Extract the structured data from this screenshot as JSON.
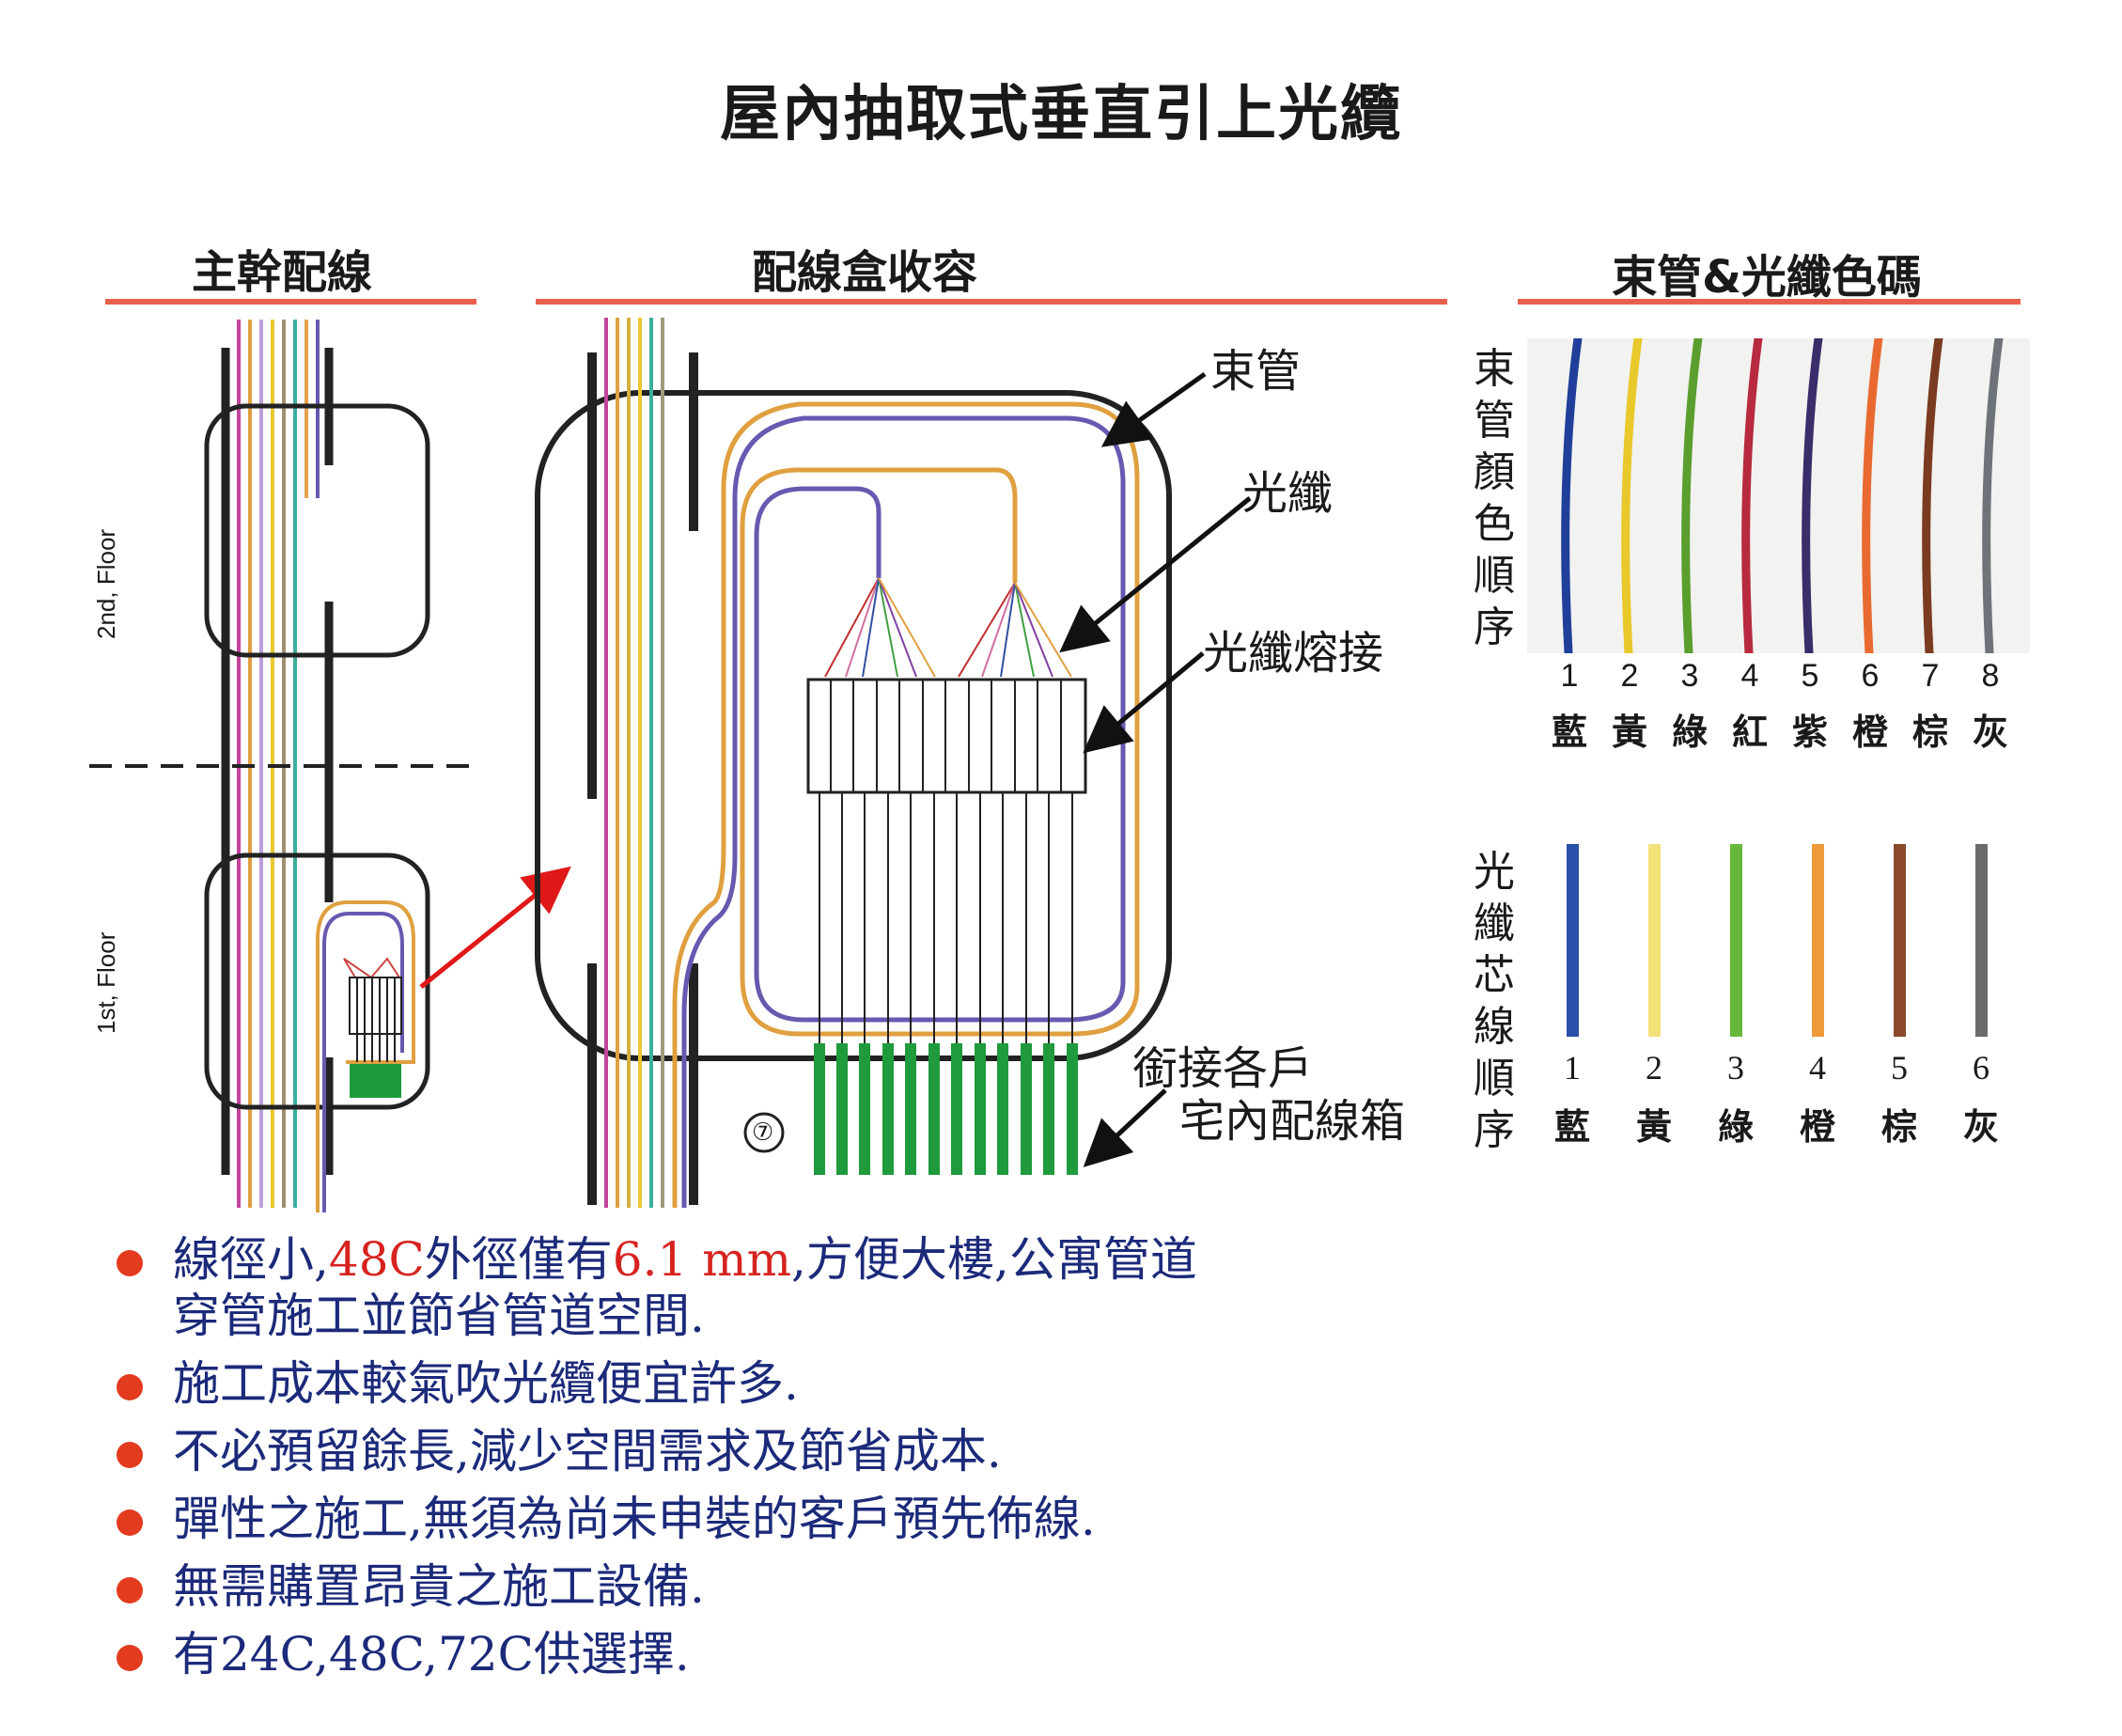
{
  "title": "屋內抽取式垂直引上光纜",
  "sections": {
    "backbone": "主幹配線",
    "box": "配線盒收容",
    "colors": "束管&光纖色碼"
  },
  "floors": {
    "second": "2nd, Floor",
    "first": "1st, Floor"
  },
  "callouts": {
    "tube": "束管",
    "fiber": "光纖",
    "splice": "光纖熔接",
    "connect_line1": "銜接各戶",
    "connect_line2": "宅內配線箱",
    "marker": "⑦"
  },
  "tube_colors": {
    "label": "束管顏色順序",
    "items": [
      {
        "num": "1",
        "name": "藍",
        "color": "#1f3f9a"
      },
      {
        "num": "2",
        "name": "黃",
        "color": "#e8c82a"
      },
      {
        "num": "3",
        "name": "綠",
        "color": "#5a9e2e"
      },
      {
        "num": "4",
        "name": "紅",
        "color": "#b82a3e"
      },
      {
        "num": "5",
        "name": "紫",
        "color": "#3a2d6a"
      },
      {
        "num": "6",
        "name": "橙",
        "color": "#e86a30"
      },
      {
        "num": "7",
        "name": "棕",
        "color": "#7a3b20"
      },
      {
        "num": "8",
        "name": "灰",
        "color": "#6d7378"
      }
    ]
  },
  "fiber_colors": {
    "label": "光纖芯線順序",
    "items": [
      {
        "num": "1",
        "name": "藍",
        "color": "#2a4fa8"
      },
      {
        "num": "2",
        "name": "黃",
        "color": "#f3e27a"
      },
      {
        "num": "3",
        "name": "綠",
        "color": "#66b83a"
      },
      {
        "num": "4",
        "name": "橙",
        "color": "#ee9a3a"
      },
      {
        "num": "5",
        "name": "棕",
        "color": "#8a4a2a"
      },
      {
        "num": "6",
        "name": "灰",
        "color": "#6a6a6a"
      }
    ]
  },
  "bullets": [
    {
      "pre": "線徑小,",
      "red1": "48C",
      "mid": "外徑僅有",
      "red2": "6.1 mm",
      "post": ",方便大樓,公寓管道",
      "line2": "穿管施工並節省管道空間."
    },
    {
      "text": "施工成本較氣吹光纜便宜許多."
    },
    {
      "text": "不必預留餘長,減少空間需求及節省成本."
    },
    {
      "text": "彈性之施工,無須為尚未申裝的客戶預先佈線."
    },
    {
      "text": "無需購置昂貴之施工設備."
    },
    {
      "text": "有24C,48C,72C供選擇."
    }
  ],
  "colors": {
    "accent_rule": "#e8604c",
    "bullet_dot": "#e23b1e",
    "bullet_text": "#1c2a7a",
    "emphasis": "#d6231f",
    "arrow_red": "#e01818"
  }
}
